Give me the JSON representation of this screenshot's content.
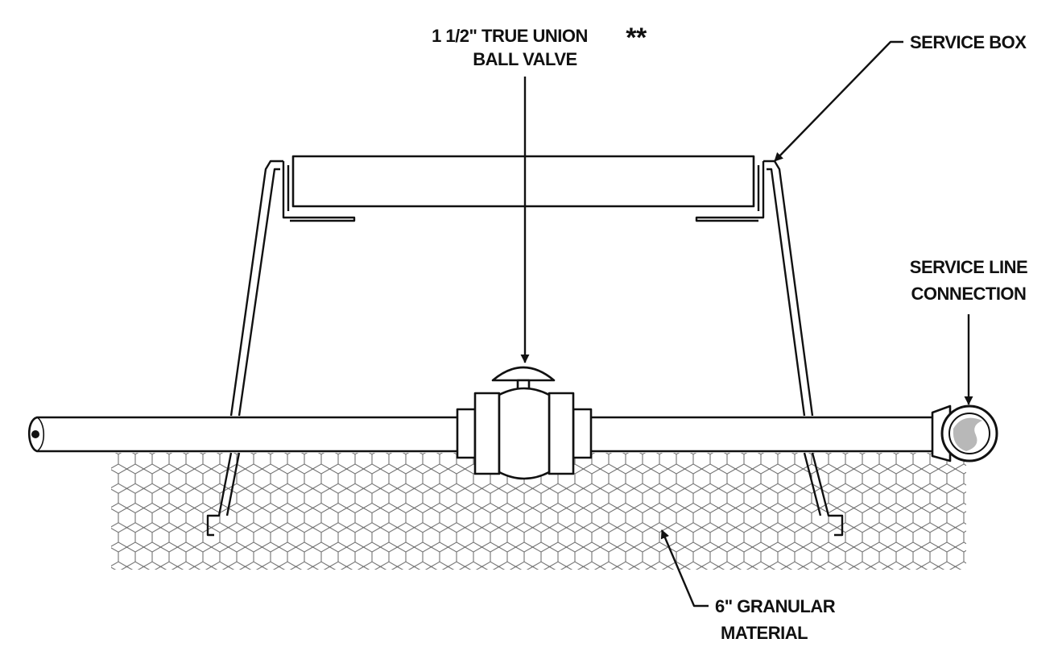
{
  "labels": {
    "valve_line1": "1 1/2\" TRUE UNION",
    "valve_stars": "**",
    "valve_line2": "BALL VALVE",
    "service_box": "SERVICE BOX",
    "service_line_1": "SERVICE LINE",
    "service_line_2": "CONNECTION",
    "granular_1": "6\" GRANULAR",
    "granular_2": "MATERIAL"
  },
  "colors": {
    "line": "#111111",
    "gravel": "#666666",
    "elbow_fill": "#b8b8b8",
    "background": "#ffffff"
  }
}
